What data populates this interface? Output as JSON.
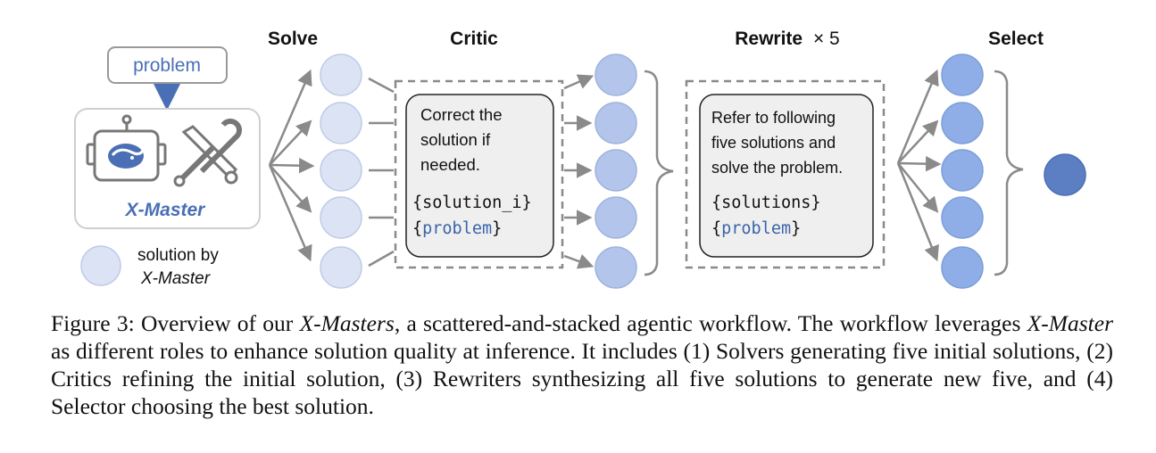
{
  "headers": {
    "solve": "Solve",
    "critic": "Critic",
    "rewrite": "Rewrite",
    "rewrite_times": "× 5",
    "select": "Select"
  },
  "agent": {
    "problem_label": "problem",
    "name": "X-Master"
  },
  "legend": {
    "line1": "solution by",
    "line2": "X-Master"
  },
  "critic_box": {
    "lines": [
      "Correct the",
      "solution if",
      "needed."
    ],
    "code_line1": "{solution_i}",
    "code_line2_open": "{",
    "code_line2_var": "problem",
    "code_line2_close": "}"
  },
  "rewrite_box": {
    "lines": [
      "Refer to following",
      "five solutions and",
      "solve the problem."
    ],
    "code_line1": "{solutions}",
    "code_line2_open": "{",
    "code_line2_var": "problem",
    "code_line2_close": "}"
  },
  "caption": {
    "figure_label": "Figure 3:",
    "part1": "Overview of our",
    "italic1": "X-Masters",
    "part2": ", a scattered-and-stacked agentic workflow. The workflow leverages",
    "italic2": "X-Master",
    "part3": "as different roles to enhance solution quality at inference. It includes (1) Solvers generating five initial solutions, (2) Critics refining the initial solution, (3) Rewriters synthesizing all five solutions to generate new five, and (4) Selector choosing the best solution."
  },
  "colors": {
    "solve_circle": "#dbe3f5",
    "critic_circle": "#b3c5eb",
    "rewrite_circle": "#8faee8",
    "select_circle": "#5c7fc4",
    "arrow": "#8a8a8a",
    "accent_blue": "#4a6fb5",
    "code_blue": "#3a64a8",
    "box_fill": "#efefef"
  }
}
